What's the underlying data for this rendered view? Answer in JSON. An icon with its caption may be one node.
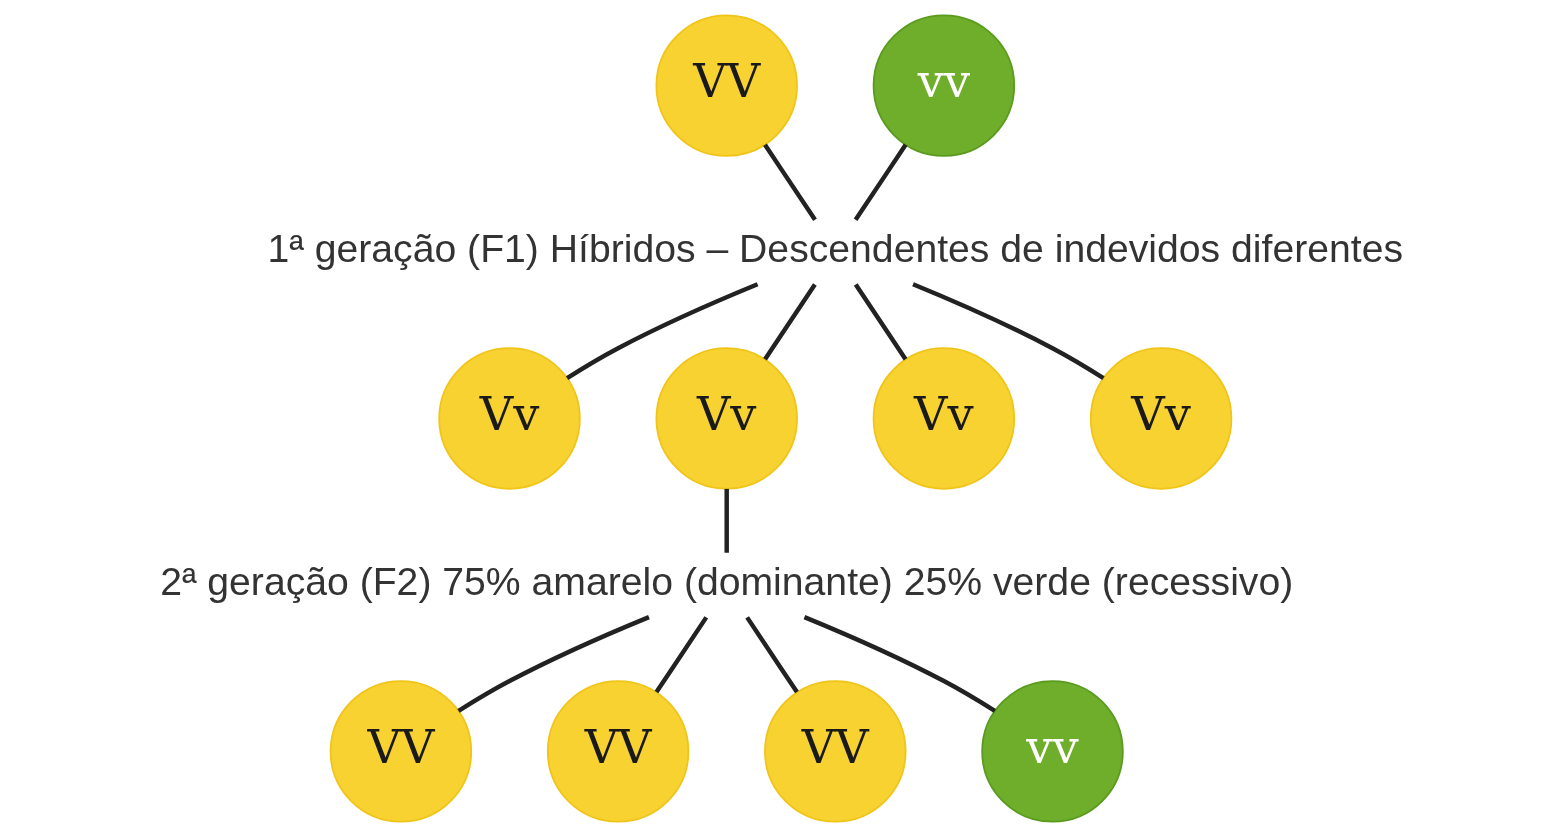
{
  "diagram": {
    "nodes": [
      {
        "text": [
          "VV"
        ]
      },
      {
        "text": [
          "vv"
        ]
      },
      {
        "text": [
          "1ª geração (F1) Híbridos – Descendentes de indevidos diferentes"
        ]
      },
      {
        "text": [
          "Vv"
        ]
      },
      {
        "text": [
          "Vv"
        ]
      },
      {
        "text": [
          "Vv"
        ]
      },
      {
        "text": [
          "Vv"
        ]
      },
      {
        "text": [
          "2ª geração (F2) 75% amarelo (dominante) 25% verde (recessivo)"
        ]
      },
      {
        "text": [
          "VV"
        ]
      },
      {
        "text": [
          "VV"
        ]
      },
      {
        "text": [
          "VV"
        ]
      },
      {
        "text": [
          "vv"
        ]
      }
    ],
    "edges": [
      {
        "from": 0,
        "to": 2,
        "arrow": "none"
      },
      {
        "from": 1,
        "to": 2,
        "arrow": "none"
      },
      {
        "from": 2,
        "to": 3,
        "arrow": "none"
      },
      {
        "from": 2,
        "to": 4,
        "arrow": "none"
      },
      {
        "from": 2,
        "to": 5,
        "arrow": "none"
      },
      {
        "from": 2,
        "to": 6,
        "arrow": "none"
      },
      {
        "from": 4,
        "to": 7,
        "arrow": "none"
      },
      {
        "from": 7,
        "to": 8,
        "arrow": "none"
      },
      {
        "from": 7,
        "to": 9,
        "arrow": "none"
      },
      {
        "from": 7,
        "to": 10,
        "arrow": "none"
      },
      {
        "from": 7,
        "to": 11,
        "arrow": "none"
      }
    ]
  }
}
